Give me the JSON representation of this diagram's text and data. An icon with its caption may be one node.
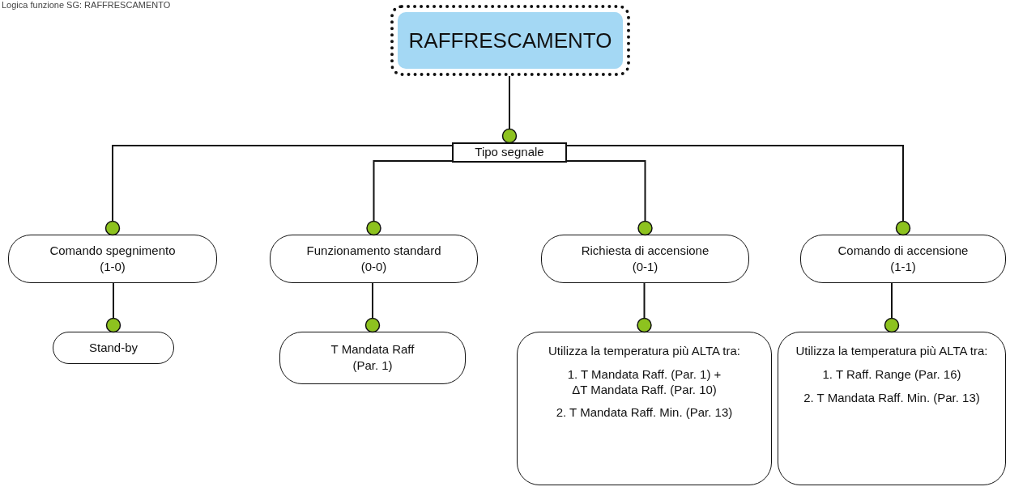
{
  "diagram": {
    "nodes": [
      {
        "text": [
          "RAFFRESCAMENTO"
        ]
      },
      {
        "text": [
          "Tipo segnale"
        ]
      },
      {
        "text": [
          "Comando spegnimento",
          "(1-0)"
        ]
      },
      {
        "text": [
          "Funzionamento standard",
          "(0-0)"
        ]
      },
      {
        "text": [
          "Richiesta di accensione",
          "(0-1)"
        ]
      },
      {
        "text": [
          "Comando di accensione",
          "(1-1)"
        ]
      },
      {
        "text": [
          "Stand-by"
        ]
      },
      {
        "text": [
          "T Mandata Raff",
          "(Par. 1)"
        ]
      },
      {
        "text": [
          "Utilizza la temperatura più ALTA tra:",
          "1. T Mandata Raff. (Par. 1) + ΔT Mandata Raff. (Par. 10)",
          "2. T Mandata Raff. Min. (Par. 13)"
        ]
      },
      {
        "text": [
          "Utilizza la temperatura più ALTA tra:",
          "1. T Raff. Range (Par. 16)",
          "2. T Mandata Raff. Min. (Par. 13)"
        ]
      }
    ],
    "edges": [
      {
        "from": 0,
        "to": 1,
        "arrow": "other"
      },
      {
        "from": 1,
        "to": 2,
        "arrow": "other"
      },
      {
        "from": 1,
        "to": 3,
        "arrow": "other"
      },
      {
        "from": 1,
        "to": 4,
        "arrow": "other"
      },
      {
        "from": 1,
        "to": 5,
        "arrow": "other"
      },
      {
        "from": 2,
        "to": 6,
        "arrow": "other"
      },
      {
        "from": 3,
        "to": 7,
        "arrow": "other"
      },
      {
        "from": 4,
        "to": 8,
        "arrow": "other"
      },
      {
        "from": 5,
        "to": 9,
        "arrow": "other"
      }
    ],
    "title": "Logica funzione SG: RAFFRESCAMENTO"
  }
}
